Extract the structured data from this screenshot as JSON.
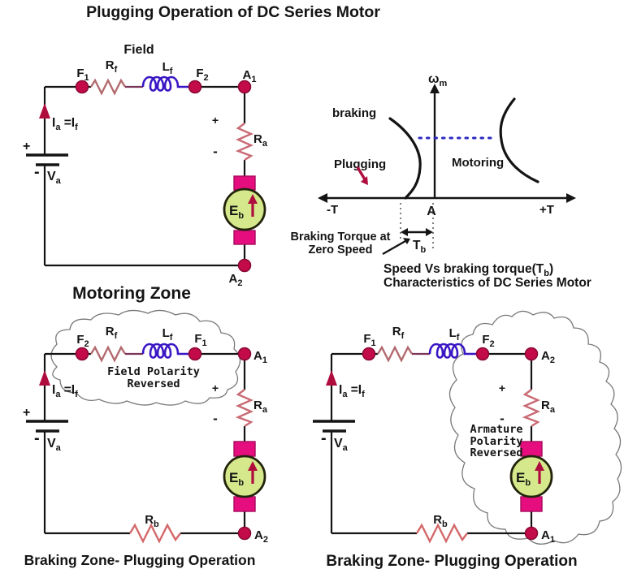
{
  "title": "Plugging Operation of DC Series Motor",
  "palette": {
    "title_blue": "#3c3cc8",
    "blue_text": "#3434cc",
    "dark_red_text": "#b02828",
    "salmon_text": "#e06060",
    "red_annotation": "#d94444",
    "mono_red": "#c22222",
    "mono_blue": "#2222cc",
    "node_fill": "#c30b4a",
    "coil_blue": "#3a16c4",
    "resistor_rosy": "#b26a6e",
    "resistor_armature": "#c96a74",
    "resistor_brake": "#d4686a",
    "motor_fill": "#d5e88c",
    "brush_magenta": "#e60e7f",
    "crimson_arrow": "#b00d3f",
    "wire_black": "#141414"
  },
  "motoring": {
    "caption": "Motoring Zone",
    "field": "Field",
    "f1": {
      "m": "F",
      "s": "1"
    },
    "rf": {
      "m": "R",
      "s": "f"
    },
    "lf": {
      "m": "L",
      "s": "f"
    },
    "f2": {
      "m": "F",
      "s": "2"
    },
    "a_top": {
      "m": "A",
      "s": "1"
    },
    "a_bottom": {
      "m": "A",
      "s": "2"
    },
    "ra": {
      "m": "R",
      "s": "a"
    },
    "va": {
      "m": "V",
      "s": "a"
    },
    "eb": {
      "m": "E",
      "s": "b"
    },
    "current": {
      "p1": "I",
      "s1": "a",
      "p2": " =I",
      "s2": "f"
    },
    "supply_plus": "+",
    "supply_minus": "-",
    "arm_plus": "+",
    "arm_minus": "-"
  },
  "graph": {
    "speed_axis": {
      "m": "ω",
      "s": "m"
    },
    "neg_t": "-T",
    "pos_t": "+T",
    "origin": "A",
    "braking": "braking",
    "plugging": "Plugging",
    "motoring": "Motoring",
    "tb": {
      "m": "T",
      "s": "b"
    },
    "zero_speed_note": {
      "line1": "Braking Torque at",
      "line2": "Zero Speed"
    },
    "caption": {
      "line1_pre": "Speed Vs braking torque(T",
      "line1_sub": "b",
      "line1_post": ")",
      "line2": "Characteristics of DC Series Motor"
    }
  },
  "plugging_field": {
    "caption": "Braking Zone- Plugging Operation",
    "f2": {
      "m": "F",
      "s": "2"
    },
    "rf": {
      "m": "R",
      "s": "f"
    },
    "lf": {
      "m": "L",
      "s": "f"
    },
    "f1": {
      "m": "F",
      "s": "1"
    },
    "a_top": {
      "m": "A",
      "s": "1"
    },
    "a_bottom": {
      "m": "A",
      "s": "2"
    },
    "ra": {
      "m": "R",
      "s": "a"
    },
    "rb": {
      "m": "R",
      "s": "b"
    },
    "va": {
      "m": "V",
      "s": "a"
    },
    "eb": {
      "m": "E",
      "s": "b"
    },
    "current": {
      "p1": "I",
      "s1": "a",
      "p2": " =I",
      "s2": "f"
    },
    "note": {
      "line1": "Field Polarity",
      "line2": "Reversed"
    },
    "supply_plus": "+",
    "supply_minus": "-",
    "arm_plus": "+",
    "arm_minus": "-"
  },
  "plugging_armature": {
    "caption": "Braking Zone- Plugging Operation",
    "f1": {
      "m": "F",
      "s": "1"
    },
    "rf": {
      "m": "R",
      "s": "f"
    },
    "lf": {
      "m": "L",
      "s": "f"
    },
    "f2": {
      "m": "F",
      "s": "2"
    },
    "a_top": {
      "m": "A",
      "s": "2"
    },
    "a_bottom": {
      "m": "A",
      "s": "1"
    },
    "ra": {
      "m": "R",
      "s": "a"
    },
    "rb": {
      "m": "R",
      "s": "b"
    },
    "va": {
      "m": "V",
      "s": "a"
    },
    "eb": {
      "m": "E",
      "s": "b"
    },
    "current": {
      "p1": "I",
      "s1": "a",
      "p2": " =I",
      "s2": "f"
    },
    "note": {
      "line1": "Armature",
      "line2": "Polarity",
      "line3": "Reversed"
    },
    "supply_minus": "-",
    "arm_plus": "+",
    "arm_minus": "-"
  }
}
